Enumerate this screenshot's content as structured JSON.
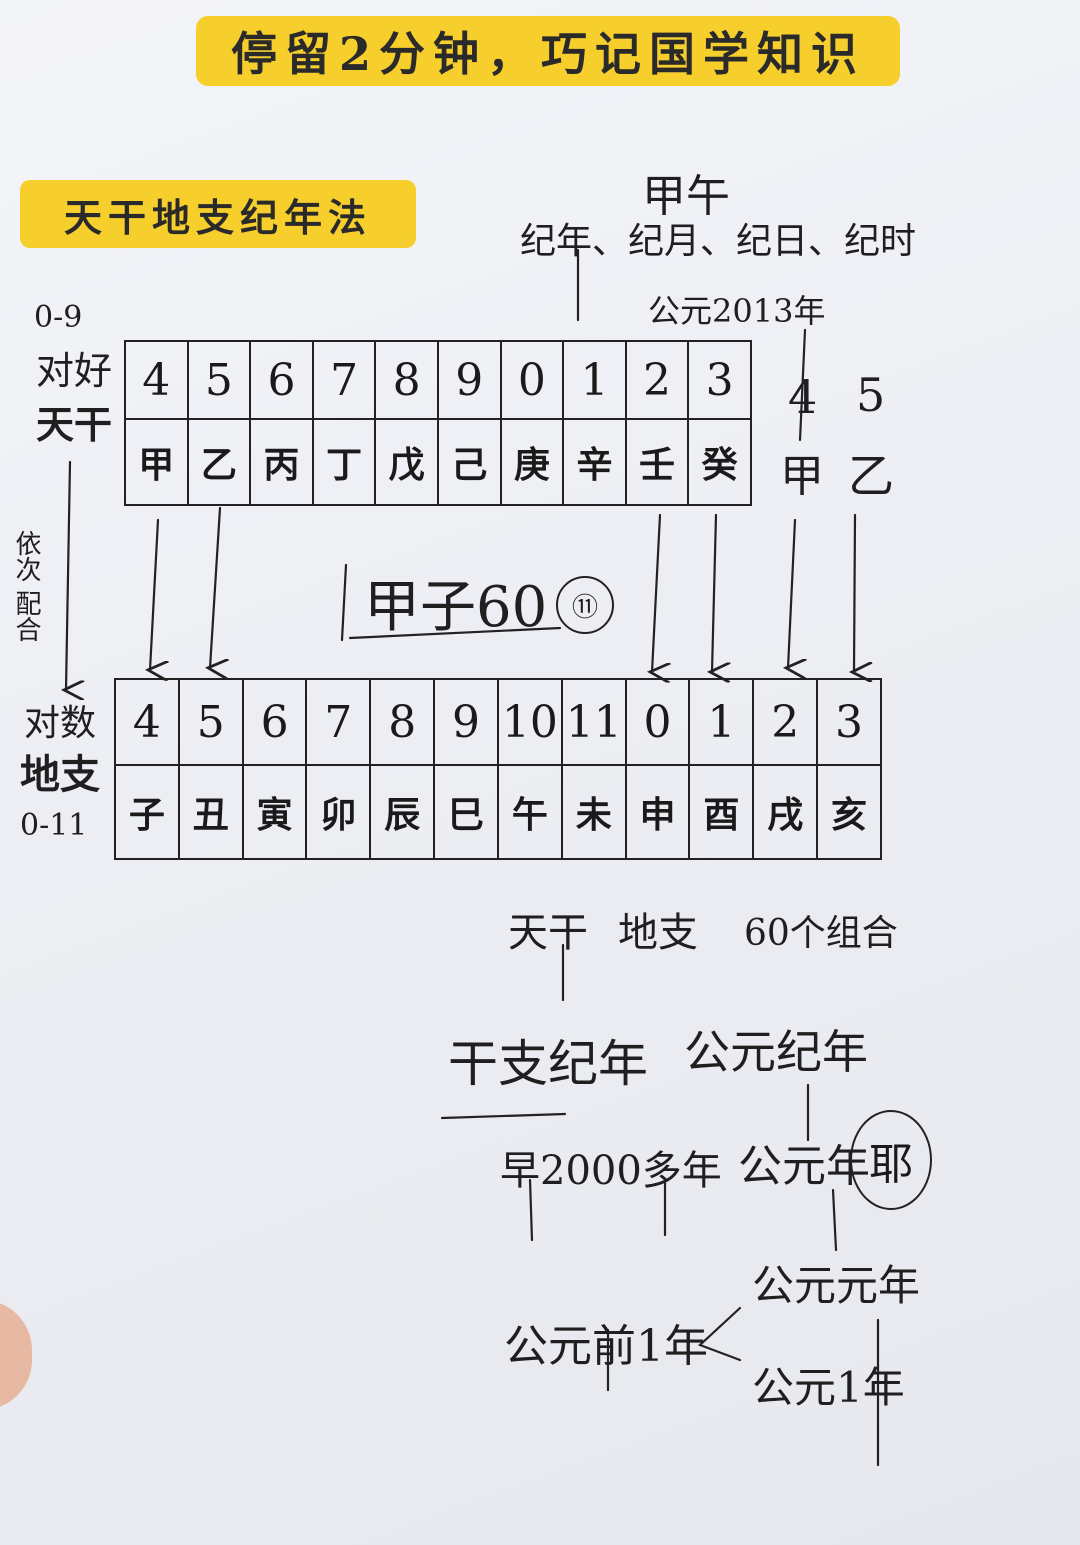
{
  "banner": {
    "title": "停留2分钟，巧记国学知识"
  },
  "section": {
    "title": "天干地支纪年法"
  },
  "heavenly_stems": {
    "label": "天干",
    "label_note": "0-9",
    "label_scribble": "对好",
    "numbers": [
      "4",
      "5",
      "6",
      "7",
      "8",
      "9",
      "0",
      "1",
      "2",
      "3"
    ],
    "chars": [
      "甲",
      "乙",
      "丙",
      "丁",
      "戊",
      "己",
      "庚",
      "辛",
      "壬",
      "癸"
    ],
    "extra_numbers": [
      "4",
      "5"
    ],
    "extra_chars": [
      "甲",
      "乙"
    ]
  },
  "earthly_branches": {
    "label": "地支",
    "label_scribble": "对数",
    "range": "0-11",
    "numbers": [
      "4",
      "5",
      "6",
      "7",
      "8",
      "9",
      "10",
      "11",
      "0",
      "1",
      "2",
      "3"
    ],
    "chars": [
      "子",
      "丑",
      "寅",
      "卯",
      "辰",
      "巳",
      "午",
      "未",
      "申",
      "酉",
      "戌",
      "亥"
    ]
  },
  "notes": {
    "top_jianwu": "甲午",
    "top_dating": "纪年、纪月、纪日、纪时",
    "year_2013": "公元2013年",
    "side_note": "依次 配合",
    "jiazi": "甲子60",
    "jiazi_circle": "⑪",
    "tiangan": "天干",
    "dizhi": "地支",
    "sixty": "60个组合",
    "ganzhi": "干支纪年",
    "gongyuan": "公元纪年",
    "early_2000": "早2000多年",
    "gongyuan_year": "公元年",
    "circle_ye": "耶",
    "qian_year": "公元前1年",
    "yuan_year": "公元元年",
    "one_year": "公元1年"
  }
}
